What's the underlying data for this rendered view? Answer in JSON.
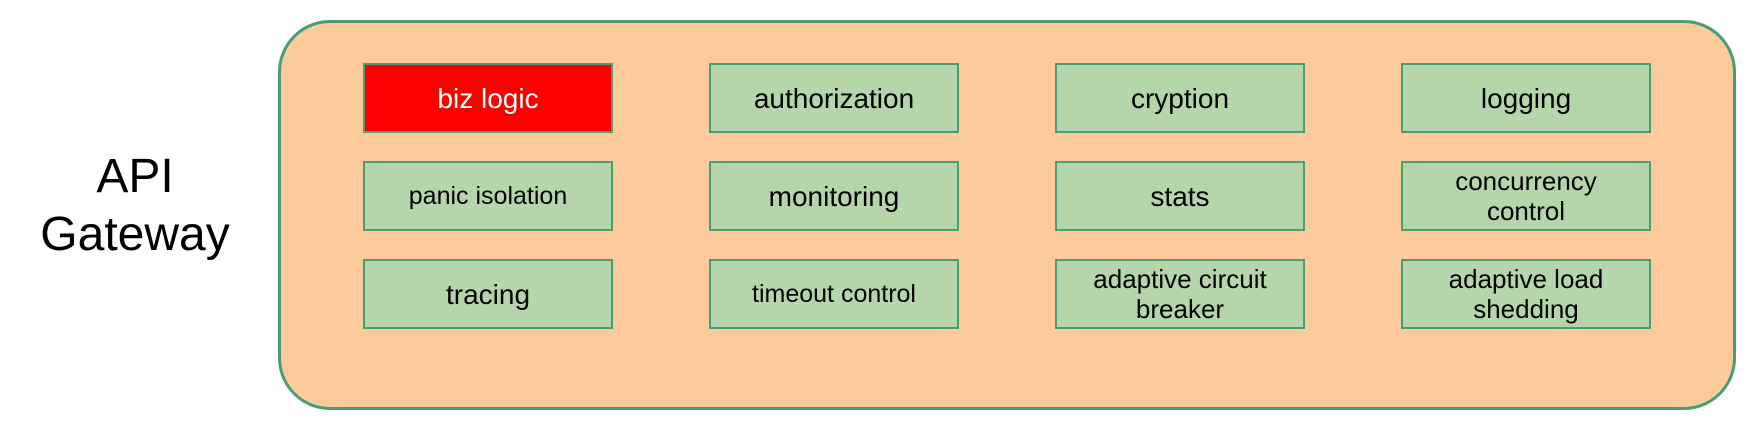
{
  "diagram": {
    "gateway_label": "API\nGateway",
    "colors": {
      "container_fill": "#fbcb9c",
      "container_border": "#4a9d72",
      "module_fill": "#b5d6ab",
      "module_border": "#4a9d72",
      "highlight_fill": "#fc0000",
      "highlight_text": "#ffffff",
      "text": "#000000",
      "page_background": "#ffffff"
    },
    "modules": [
      {
        "label": "biz logic",
        "highlight": true,
        "style": "normal"
      },
      {
        "label": "authorization",
        "highlight": false,
        "style": "normal"
      },
      {
        "label": "cryption",
        "highlight": false,
        "style": "normal"
      },
      {
        "label": "logging",
        "highlight": false,
        "style": "normal"
      },
      {
        "label": "panic isolation",
        "highlight": false,
        "style": "small"
      },
      {
        "label": "monitoring",
        "highlight": false,
        "style": "normal"
      },
      {
        "label": "stats",
        "highlight": false,
        "style": "normal"
      },
      {
        "label": "concurrency\ncontrol",
        "highlight": false,
        "style": "two-line"
      },
      {
        "label": "tracing",
        "highlight": false,
        "style": "normal"
      },
      {
        "label": "timeout control",
        "highlight": false,
        "style": "small"
      },
      {
        "label": "adaptive circuit\nbreaker",
        "highlight": false,
        "style": "two-line"
      },
      {
        "label": "adaptive load\nshedding",
        "highlight": false,
        "style": "two-line"
      }
    ]
  }
}
